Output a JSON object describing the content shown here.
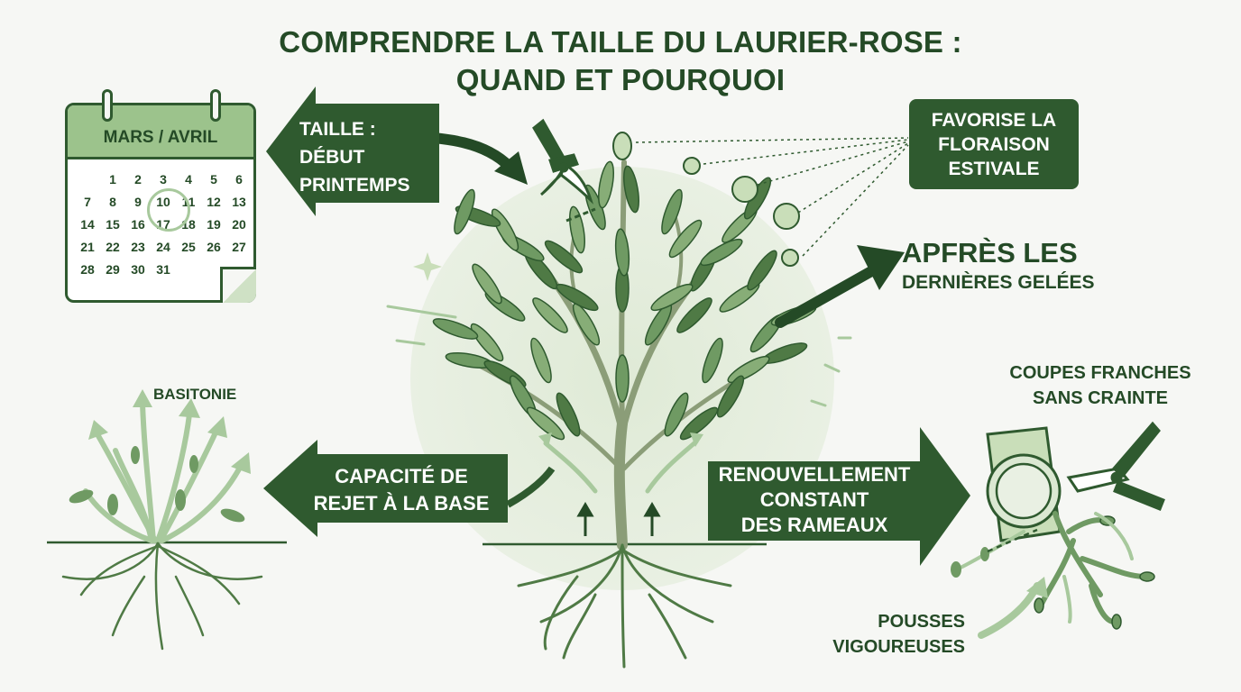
{
  "title": {
    "line1": "COMPRENDRE LA TAILLE DU LAURIER-ROSE :",
    "line2": "QUAND ET POURQUOI"
  },
  "calendar": {
    "month": "MARS / AVRIL",
    "days": [
      "1",
      "2",
      "3",
      "4",
      "5",
      "6",
      "7",
      "8",
      "9",
      "10",
      "11",
      "12",
      "13",
      "14",
      "15",
      "16",
      "17",
      "18",
      "19",
      "20",
      "21",
      "22",
      "23",
      "24",
      "25",
      "26",
      "27",
      "28",
      "29",
      "30",
      "31"
    ],
    "leading_blank_days": 1
  },
  "labels": {
    "taille": [
      "TAILLE :",
      "DÉBUT",
      "PRINTEMPS"
    ],
    "floraison": [
      "FAVORISE LA",
      "FLORAISON",
      "ESTIVALE"
    ],
    "gelees": [
      "APFRÈS LES",
      "DERNIÈRES GELÉES"
    ],
    "basitonie": "BASITONIE",
    "rejet": [
      "CAPACITÉ DE",
      "REJET À LA BASE"
    ],
    "renouvellement": [
      "RENOUVELLEMENT",
      "CONSTANT",
      "DES RAMEAUX"
    ],
    "coupes": [
      "COUPES FRANCHES",
      "SANS CRAINTE"
    ],
    "pousses": [
      "POUSSES",
      "VIGOUREUSES"
    ]
  },
  "colors": {
    "dark_green": "#2f5a2f",
    "mid_green": "#6f9a63",
    "light_green": "#a8c99d",
    "background": "#f6f7f4"
  },
  "icons": [
    "calendar-icon",
    "pruning-shears-icon",
    "oleander-tree-icon",
    "roots-icon",
    "cut-branch-icon",
    "sparkle-icon"
  ]
}
